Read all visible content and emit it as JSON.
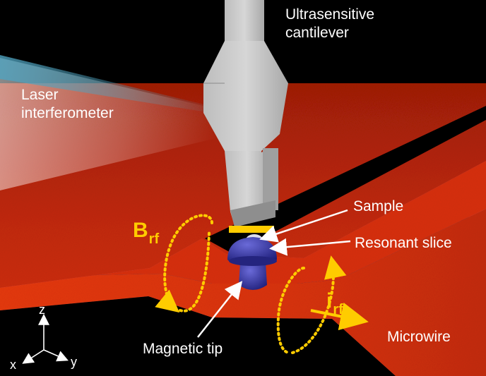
{
  "labels": {
    "cantilever": "Ultrasensitive\ncantilever",
    "laser": "Laser\ninterferometer",
    "sample": "Sample",
    "resonant_slice": "Resonant slice",
    "magnetic_tip": "Magnetic tip",
    "microwire": "Microwire"
  },
  "field": {
    "b_main": "B",
    "b_sub": "rf",
    "i_main": "i",
    "i_sub": "rf"
  },
  "axes": {
    "z": "z",
    "x": "x",
    "y": "y"
  },
  "colors": {
    "background": "#000000",
    "substrate": "#c82a0c",
    "microwire": "#e8350f",
    "cantilever": "#c9c9c9",
    "tip": "#2e2e9e",
    "field_lines": "#ffcc00",
    "labels": "#ffffff"
  }
}
